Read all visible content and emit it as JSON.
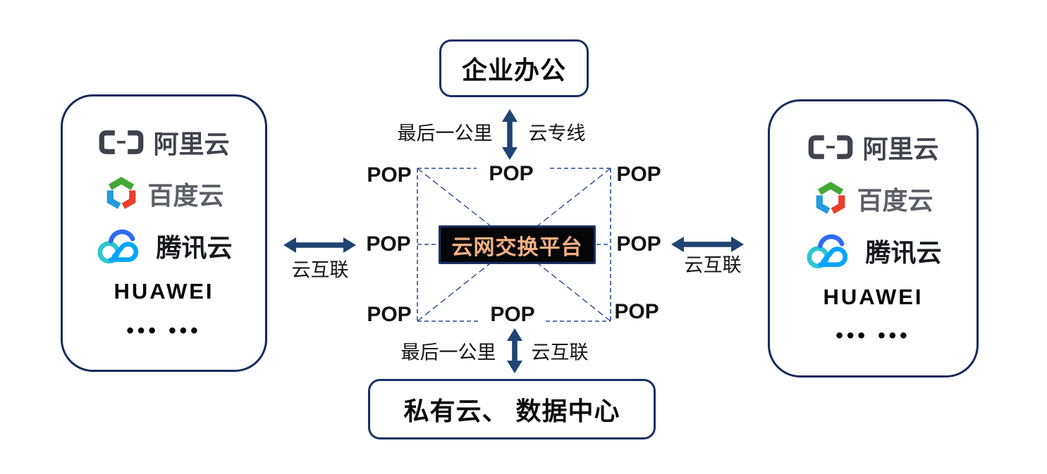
{
  "colors": {
    "border_navy": "#1b2f63",
    "dashed_line_blue": "#2b4a8f",
    "arrow_blue": "#1f4472",
    "platform_bg": "#060608",
    "platform_text_orange": "#f4b183",
    "baidu_green": "#45a735",
    "baidu_blue": "#2499dd",
    "baidu_red": "#e7402d",
    "tencent_dark_blue": "#2d6bf3",
    "tencent_light_blue": "#00a5ff",
    "tencent_teal": "#2cc7ce",
    "alibaba_grey": "#3e434c"
  },
  "nodes": {
    "enterprise_office": "企业办公",
    "private_cloud_dc": "私有云、 数据中心",
    "exchange_platform": "云网交换平台",
    "pop": "POP"
  },
  "links": {
    "top": {
      "left": "最后一公里",
      "right": "云专线"
    },
    "bottom": {
      "left": "最后一公里",
      "right": "云互联"
    },
    "left": {
      "label": "云互联"
    },
    "right": {
      "label": "云互联"
    }
  },
  "providers": {
    "alibaba": "阿里云",
    "baidu": "百度云",
    "tencent": "腾讯云",
    "huawei": "HUAWEI",
    "more": "••• •••"
  }
}
